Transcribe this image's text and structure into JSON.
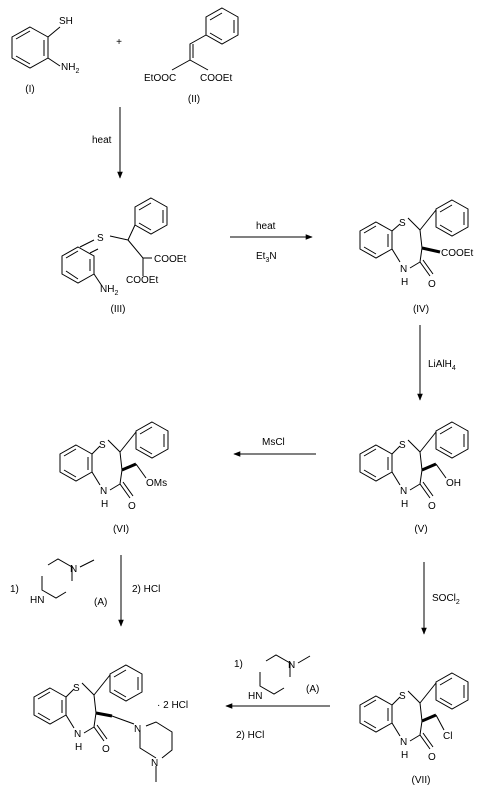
{
  "compounds": {
    "I": {
      "label": "(I)",
      "sh": "SH",
      "nh2": "NH",
      "nh2_sub": "2"
    },
    "II": {
      "label": "(II)",
      "ester_left": "EtOOC",
      "ester_right": "COOEt"
    },
    "III": {
      "label": "(III)",
      "s": "S",
      "ester1": "COOEt",
      "ester2": "COOEt",
      "nh2": "NH",
      "nh2_sub": "2"
    },
    "IV": {
      "label": "(IV)",
      "s": "S",
      "nh": "N",
      "h": "H",
      "o": "O",
      "ester": "COOEt"
    },
    "V": {
      "label": "(V)",
      "s": "S",
      "nh": "N",
      "h": "H",
      "o": "O",
      "group": "OH"
    },
    "VI": {
      "label": "(VI)",
      "s": "S",
      "nh": "N",
      "h": "H",
      "o": "O",
      "group": "OMs"
    },
    "VII": {
      "label": "(VII)",
      "s": "S",
      "nh": "N",
      "h": "H",
      "o": "O",
      "group": "Cl"
    },
    "final": {
      "s": "S",
      "nh": "N",
      "h": "H",
      "o": "O",
      "n1": "N",
      "n2": "N",
      "salt": "· 2 HCl"
    }
  },
  "piperazine": {
    "label": "(A)",
    "hn": "HN",
    "n": "N"
  },
  "conditions": {
    "plus": "+",
    "step1": "heat",
    "step2_top": "heat",
    "step2_bottom": "Et",
    "step2_bottom_sub": "3",
    "step2_bottom_end": "N",
    "step3": "LiAlH",
    "step3_sub": "4",
    "step4": "MsCl",
    "step5_num1": "1)",
    "step5_num2": "2) HCl",
    "step6": "SOCl",
    "step6_sub": "2",
    "step7_num1": "1)",
    "step7_num2": "2) HCl"
  }
}
